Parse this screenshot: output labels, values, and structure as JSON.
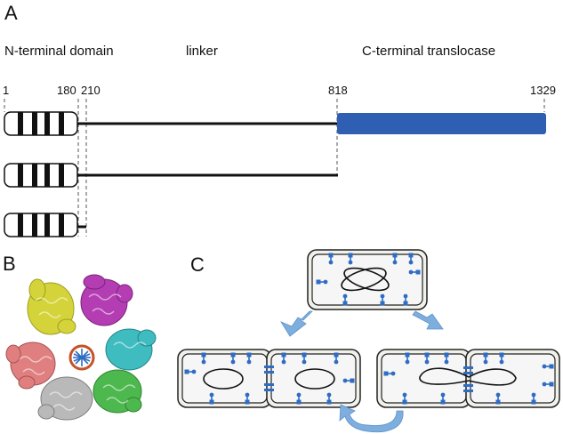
{
  "panels": {
    "a": "A",
    "b": "B",
    "c": "C"
  },
  "domains": {
    "n_terminal": "N-terminal domain",
    "linker": "linker",
    "c_terminal": "C-terminal translocase"
  },
  "positions": [
    "1",
    "180",
    "210",
    "818",
    "1329"
  ],
  "colors": {
    "translocase": "#2f5fb3",
    "cell_fill": "#f1f1ec",
    "cell_inner": "#f6f6f6",
    "arrow": "#7eaede",
    "protein": "#2f6cc4",
    "hexamer_1": "#d4d43a",
    "hexamer_2": "#b43db4",
    "hexamer_3": "#3fbcbf",
    "hexamer_4": "#4db84d",
    "hexamer_5": "#b9b9b9",
    "hexamer_6": "#e07f7f"
  }
}
